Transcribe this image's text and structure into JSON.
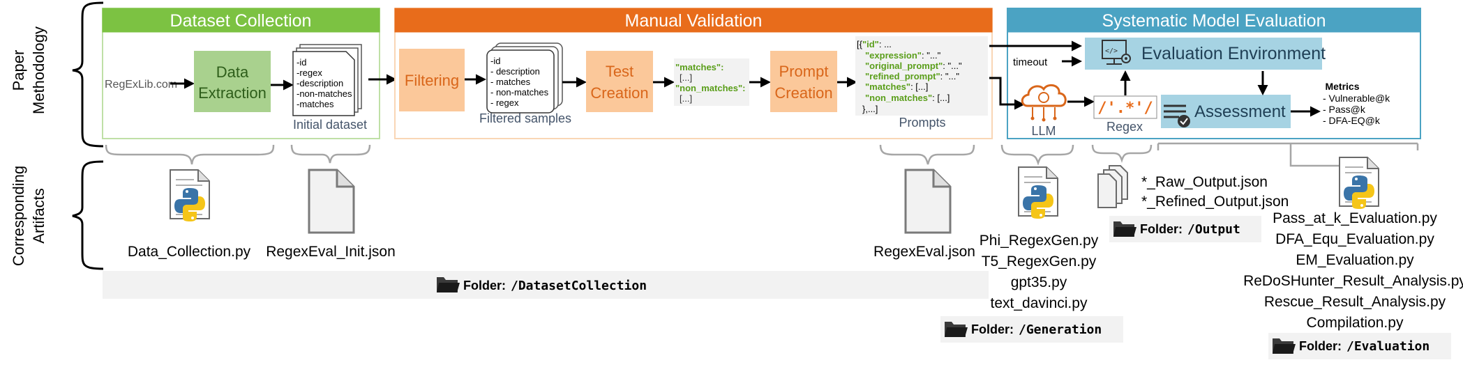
{
  "left_labels": {
    "paper_line1": "Paper",
    "paper_line2": "Methodology",
    "artifacts_line1": "Corresponding",
    "artifacts_line2": "Artifacts"
  },
  "sections": {
    "dataset_collection": "Dataset Collection",
    "manual_validation": "Manual Validation",
    "systematic_evaluation": "Systematic Model Evaluation"
  },
  "dataset": {
    "source": "RegExLib.com",
    "extraction_line1": "Data",
    "extraction_line2": "Extraction",
    "doc_lines": [
      "-id",
      "-regex",
      "-description",
      "-non-matches",
      "-matches"
    ],
    "initial_caption": "Initial dataset"
  },
  "validation": {
    "filtering": "Filtering",
    "doc_lines": [
      "-id",
      "- description",
      "- matches",
      "- non-matches",
      "- regex"
    ],
    "filtered_caption": "Filtered samples",
    "test_line1": "Test",
    "test_line2": "Creation",
    "matches_lines": [
      "\"matches\":",
      "[...]",
      "\"non_matches\":",
      "[...]"
    ],
    "prompt_line1": "Prompt",
    "prompt_line2": "Creation",
    "prompt_json": {
      "l1a": "[{",
      "l1b": "\"id\"",
      "l1c": ": ...",
      "l2a": "\"expression\"",
      "l2b": ": \"...\"",
      "l3a": "\"original_prompt\"",
      "l3b": ": \"...\"",
      "l4a": "\"refined_prompt\"",
      "l4b": ": \"...\"",
      "l5a": "\"matches\"",
      "l5b": ": [...]",
      "l6a": "\"non_matches\"",
      "l6b": ": [...]",
      "l7": "},...]"
    },
    "prompts_caption": "Prompts"
  },
  "evaluation": {
    "timeout": "timeout",
    "environment": "Evaluation Environment",
    "llm": "LLM",
    "regex_glyph": "/'.*'/",
    "regex_caption": "Regex",
    "assessment": "Assessment",
    "metrics_title": "Metrics",
    "metrics": [
      "- Vulnerable@k",
      "- Pass@k",
      "- DFA-EQ@k"
    ]
  },
  "artifacts": {
    "data_collection_py": "Data_Collection.py",
    "regexeval_init": "RegexEval_Init.json",
    "regexeval_json": "RegexEval.json",
    "generation_files": [
      "Phi_RegexGen.py",
      "T5_RegexGen.py",
      "gpt35.py",
      "text_davinci.py"
    ],
    "output_files": [
      "*_Raw_Output.json",
      "*_Refined_Output.json"
    ],
    "evaluation_files": [
      "Pass_at_k_Evaluation.py",
      "DFA_Equ_Evaluation.py",
      "EM_Evaluation.py",
      "ReDoSHunter_Result_Analysis.py",
      "Rescue_Result_Analysis.py",
      "Compilation.py"
    ]
  },
  "folders": {
    "label": "Folder:",
    "dataset": "/DatasetCollection",
    "generation": "/Generation",
    "output": "/Output",
    "evaluation": "/Evaluation"
  },
  "colors": {
    "green": "#7cc242",
    "green_box": "#a9d18e",
    "orange": "#e86c1b",
    "orange_box": "#fbc89a",
    "blue": "#4ba3c3",
    "blue_box": "#a6d3e3",
    "json_green": "#5a9e1a",
    "caption": "#44546a"
  }
}
